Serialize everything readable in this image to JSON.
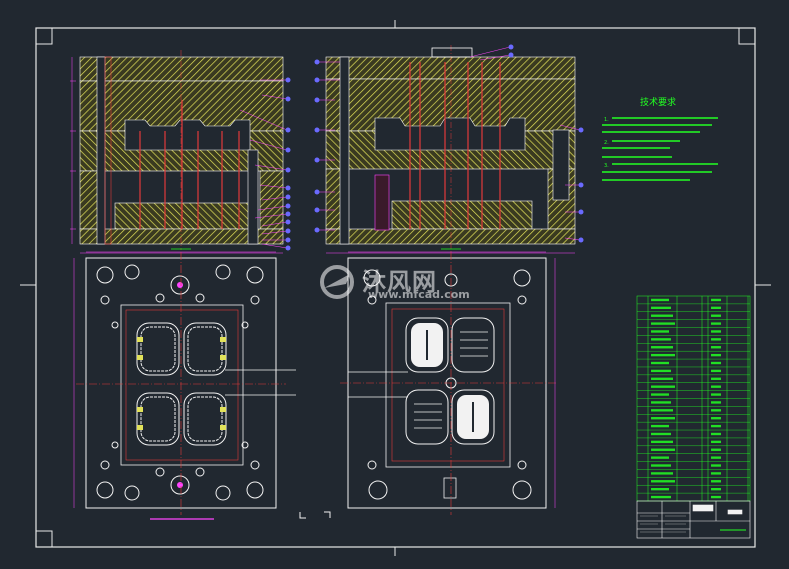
{
  "watermark": {
    "main": "沐风网",
    "sub": "www.mfcad.com"
  },
  "technical_requirements": {
    "title": "技术要求",
    "lines": [
      "1.",
      "2.",
      "3."
    ]
  },
  "caption": "",
  "sheet_no": "",
  "colors": {
    "background": "#212830",
    "frame": "#e8e8e8",
    "hatch": "#e2e25a",
    "section_red": "#e23a3a",
    "leader_magenta": "#ff44ff",
    "text_green": "#22ff22",
    "callout_blue": "#6a6aff",
    "plate_white": "#f2f2f2"
  }
}
